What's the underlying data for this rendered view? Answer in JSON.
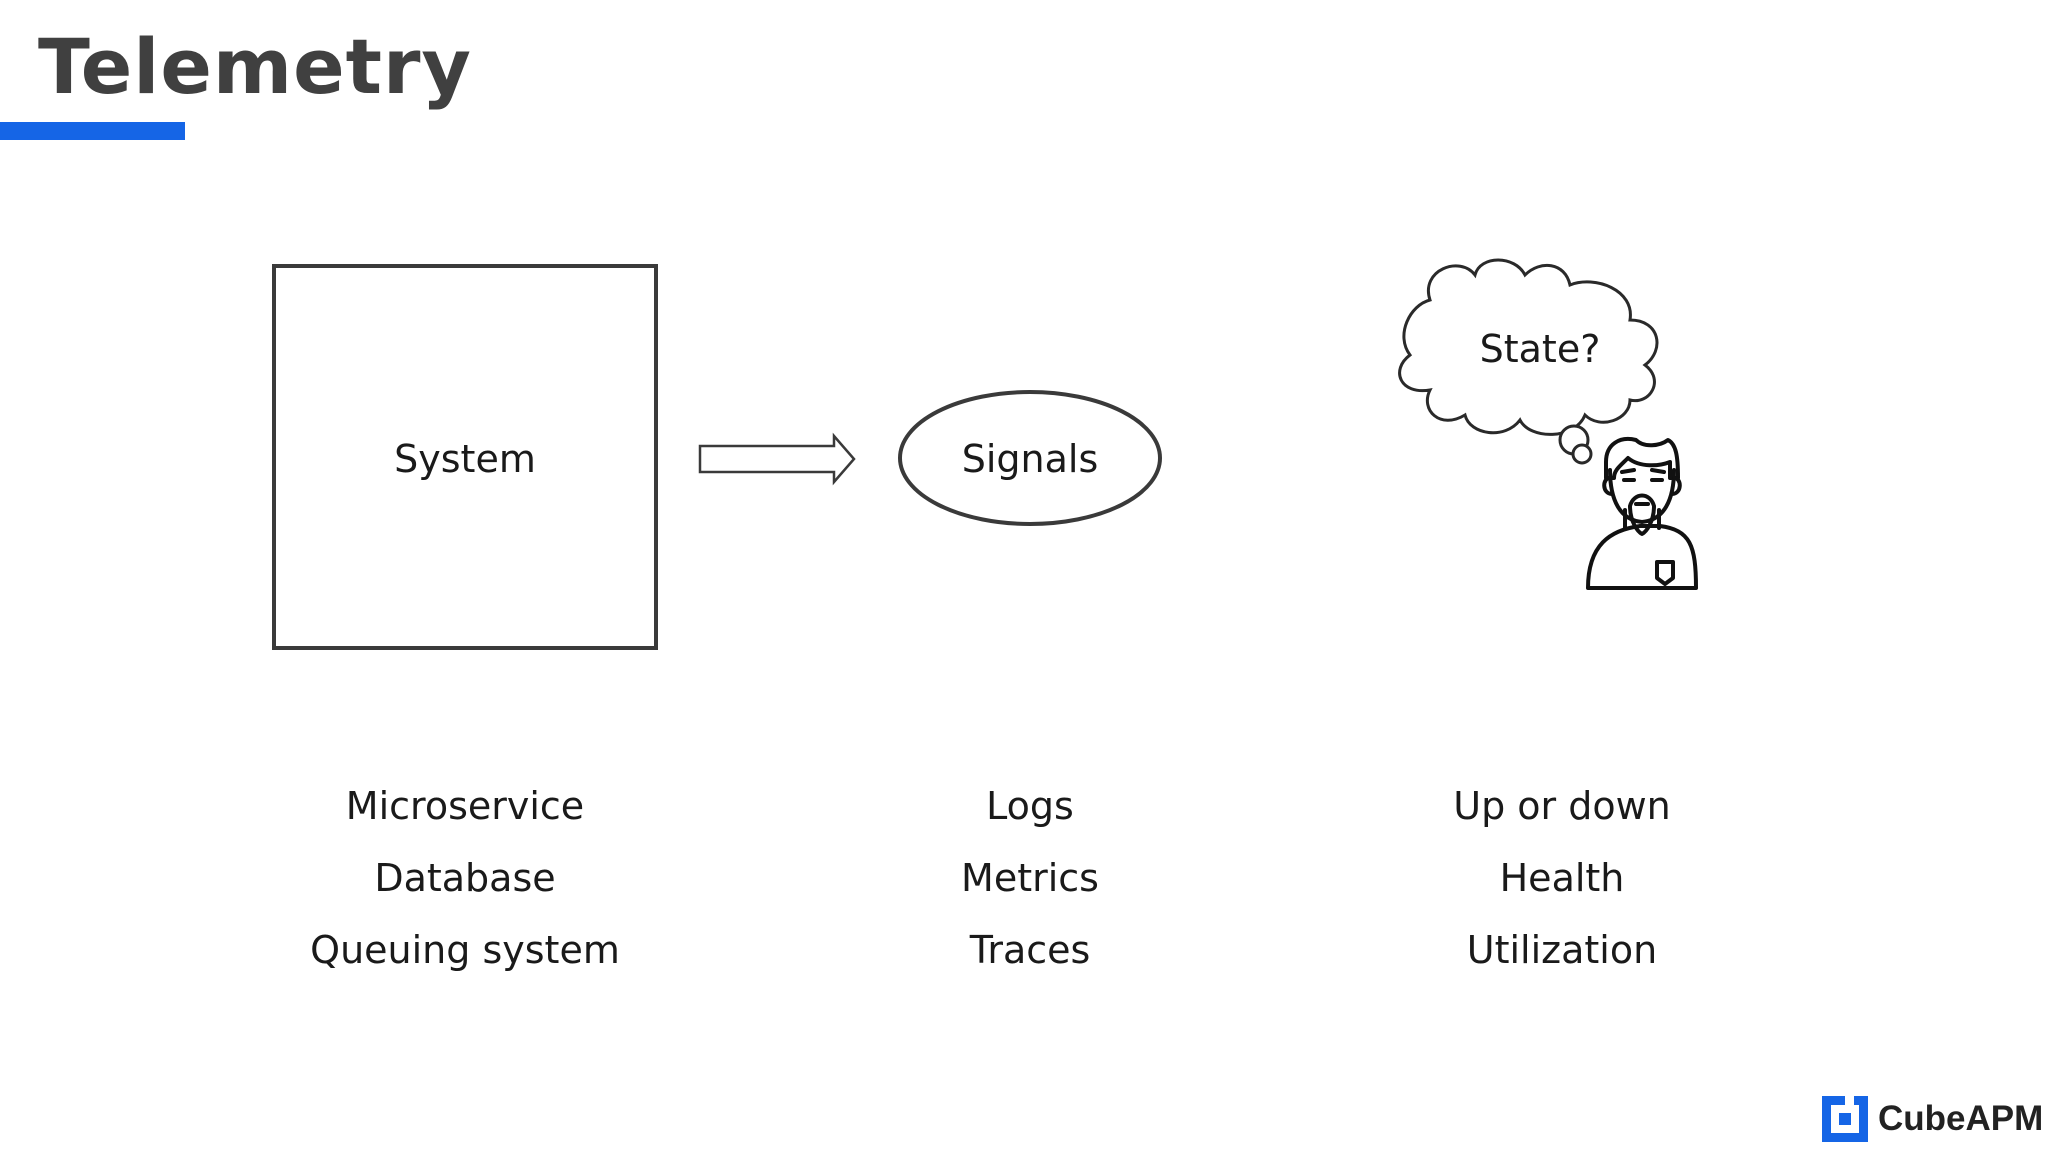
{
  "title": "Telemetry",
  "accent_color": "#1565e6",
  "diagram": {
    "system_label": "System",
    "signals_label": "Signals",
    "thought_label": "State?"
  },
  "columns": {
    "system": [
      "Microservice",
      "Database",
      "Queuing system"
    ],
    "signals": [
      "Logs",
      "Metrics",
      "Traces"
    ],
    "state": [
      "Up or down",
      "Health",
      "Utilization"
    ]
  },
  "icons": {
    "arrow": "arrow-right-icon",
    "cloud": "thought-cloud-icon",
    "person": "person-thinking-icon",
    "logo": "cubeapm-logo-icon"
  },
  "brand": "CubeAPM"
}
